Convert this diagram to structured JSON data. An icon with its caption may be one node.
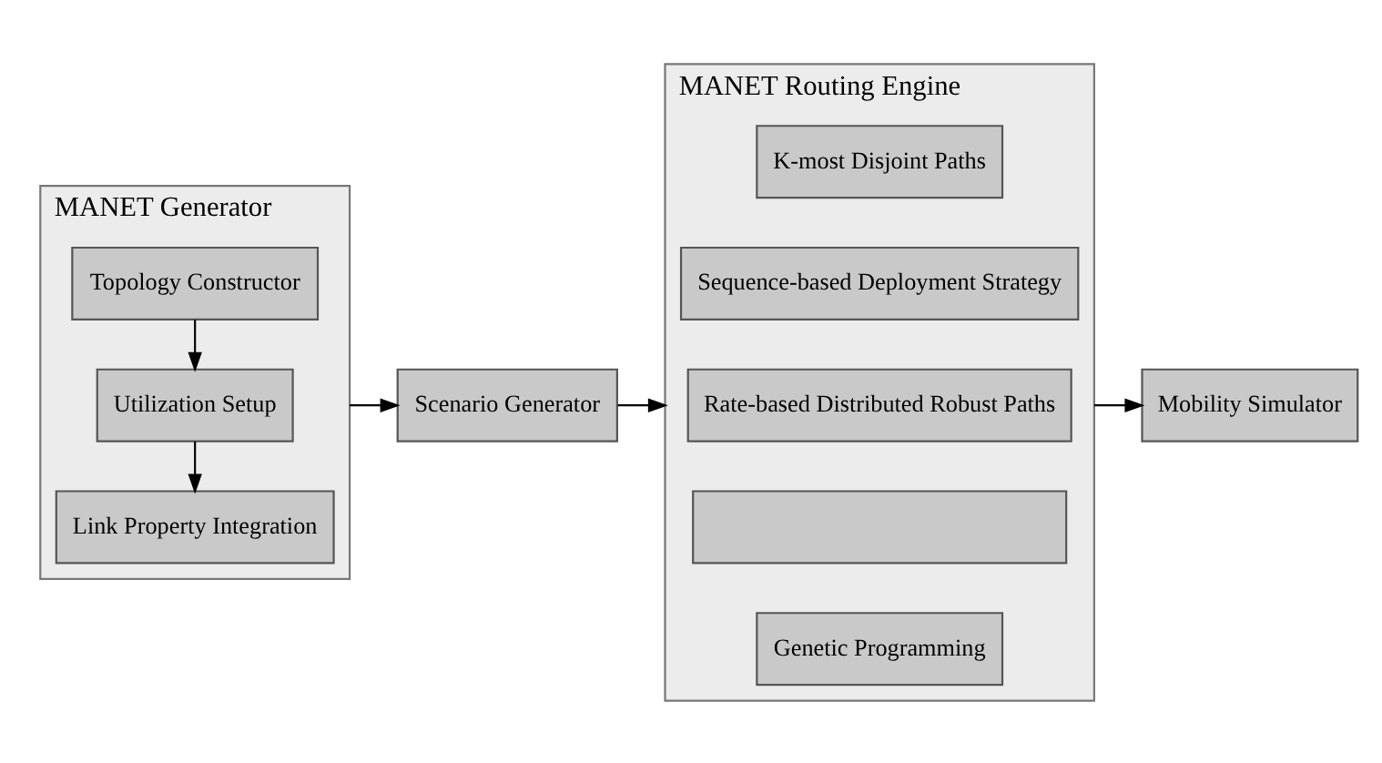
{
  "diagram": {
    "nodes": [
      {
        "text": [
          "MANET Generator"
        ]
      },
      {
        "text": [
          "Topology Constructor"
        ],
        "in": 0
      },
      {
        "text": [
          "Utilization Setup"
        ],
        "in": 0
      },
      {
        "text": [
          "Link Property Integration"
        ],
        "in": 0
      },
      {
        "text": [
          "Scenario Generator"
        ]
      },
      {
        "text": [
          "MANET Routing Engine"
        ]
      },
      {
        "text": [
          "K-most Disjoint Paths"
        ],
        "in": 5
      },
      {
        "text": [
          "Sequence-based Deployment Strategy"
        ],
        "in": 5
      },
      {
        "text": [
          "Rate-based Distributed Robust Paths"
        ],
        "in": 5
      },
      {
        "text": [],
        "shape": "box",
        "in": 5
      },
      {
        "text": [
          "Genetic Programming"
        ],
        "in": 5
      },
      {
        "text": [
          "Mobility Simulator"
        ]
      }
    ],
    "edges": [
      {
        "from": 1,
        "to": 2,
        "arrow": "to"
      },
      {
        "from": 2,
        "to": 3,
        "arrow": "to"
      },
      {
        "from": 0,
        "to": 4,
        "arrow": "to"
      },
      {
        "from": 4,
        "to": 5,
        "arrow": "to"
      },
      {
        "from": 5,
        "to": 11,
        "arrow": "to"
      }
    ]
  }
}
